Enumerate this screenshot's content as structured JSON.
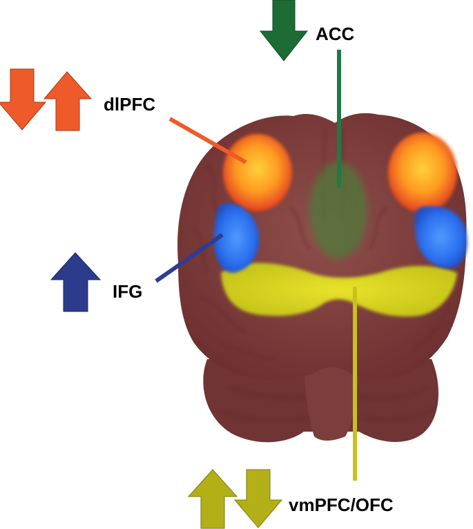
{
  "labels": {
    "acc": "ACC",
    "dlpfc": "dlPFC",
    "ifg": "IFG",
    "vmpfc_ofc": "vmPFC/OFC"
  },
  "colors": {
    "acc": "#1d6b35",
    "acc_line": "#1f7a45",
    "dlpfc": "#ee5a2a",
    "dlpfc_line": "#f05a28",
    "ifg": "#2d3b8c",
    "ifg_line": "#2e3c94",
    "vmpfc_ofc": "#b2b016",
    "vmpfc_ofc_line": "#c9c21a",
    "brain": "#7a3a3a",
    "background": "#ffffff"
  },
  "arrows": {
    "acc": [
      "down"
    ],
    "dlpfc": [
      "down",
      "up"
    ],
    "ifg": [
      "up"
    ],
    "vmpfc_ofc": [
      "up",
      "down"
    ]
  }
}
